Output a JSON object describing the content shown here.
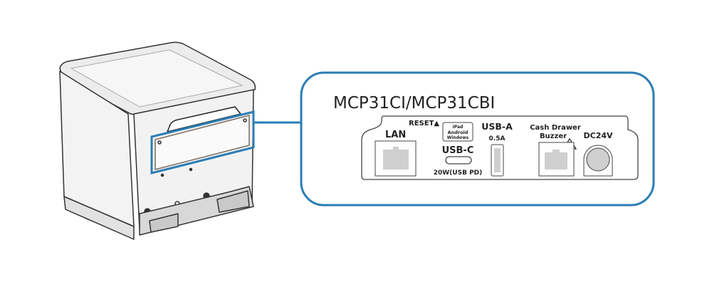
{
  "title": "MCP31CI/MCP31CBI",
  "ports": {
    "reset": "RESET▲",
    "lan": "LAN",
    "os_badge": [
      "iPad",
      "Android",
      "Windows"
    ],
    "usbc": "USB-C",
    "usbc_power": "20W(USB PD)",
    "usba": "USB-A",
    "usba_current": "0.5A",
    "cash_drawer_line1": "Cash Drawer",
    "cash_drawer_line2": "Buzzer",
    "dc": "DC24V"
  },
  "colors": {
    "accent": "#2a7db5",
    "port_fill": "#cfcfcf",
    "outline": "#444444"
  }
}
